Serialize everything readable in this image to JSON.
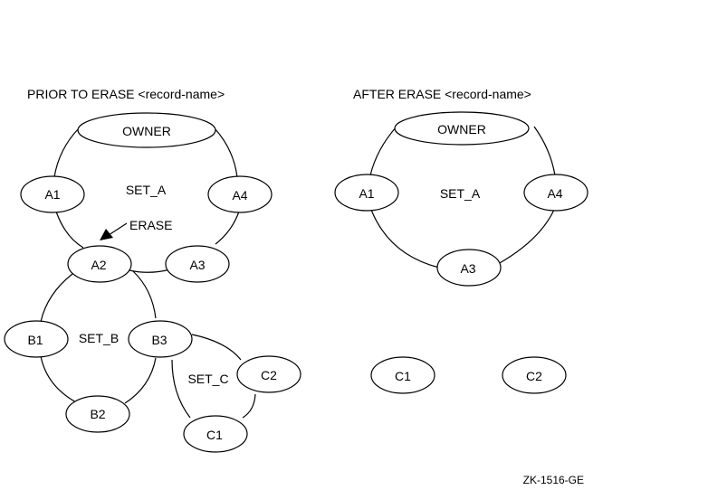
{
  "diagram": {
    "left_title": "PRIOR TO ERASE <record-name>",
    "right_title": "AFTER ERASE <record-name>",
    "figure_id": "ZK-1516-GE",
    "before": {
      "owner": "OWNER",
      "set_a": "SET_A",
      "set_b": "SET_B",
      "set_c": "SET_C",
      "erase_label": "ERASE",
      "a1": "A1",
      "a2": "A2",
      "a3": "A3",
      "a4": "A4",
      "b1": "B1",
      "b2": "B2",
      "b3": "B3",
      "c1": "C1",
      "c2": "C2"
    },
    "after": {
      "owner": "OWNER",
      "set_a": "SET_A",
      "a1": "A1",
      "a3": "A3",
      "a4": "A4",
      "c1": "C1",
      "c2": "C2"
    }
  }
}
